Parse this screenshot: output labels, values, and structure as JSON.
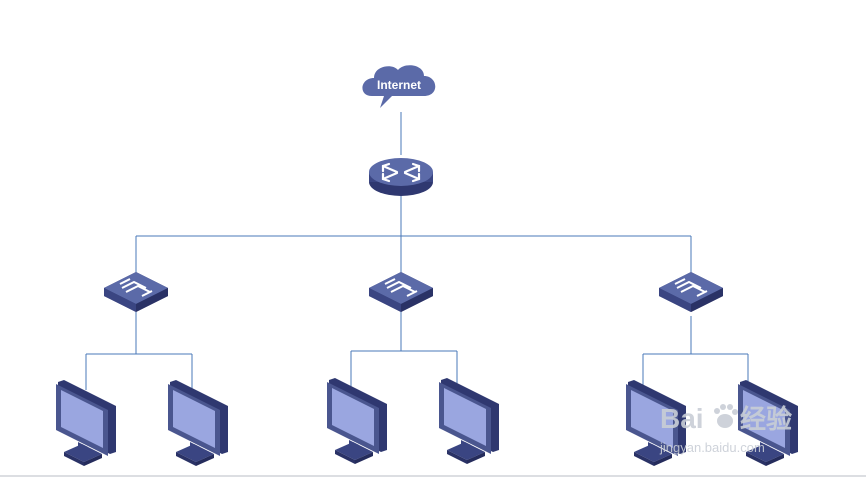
{
  "diagram": {
    "cloud": {
      "label": "Internet",
      "icon": "cloud-icon"
    },
    "router": {
      "icon": "router-icon"
    },
    "switches": [
      {
        "icon": "switch-icon"
      },
      {
        "icon": "switch-icon"
      },
      {
        "icon": "switch-icon"
      }
    ],
    "computers": [
      {
        "icon": "monitor-icon"
      },
      {
        "icon": "monitor-icon"
      },
      {
        "icon": "monitor-icon"
      },
      {
        "icon": "monitor-icon"
      },
      {
        "icon": "monitor-icon"
      },
      {
        "icon": "monitor-icon"
      }
    ]
  },
  "watermark": {
    "brand": "Bai",
    "brand_suffix": "经验",
    "url": "jingyan.baidu.com"
  },
  "colors": {
    "device_top": "#5b6aa8",
    "device_side": "#3a4582",
    "device_dark": "#2f3870",
    "screen": "#9aa6e0",
    "link": "#4a78b8"
  }
}
